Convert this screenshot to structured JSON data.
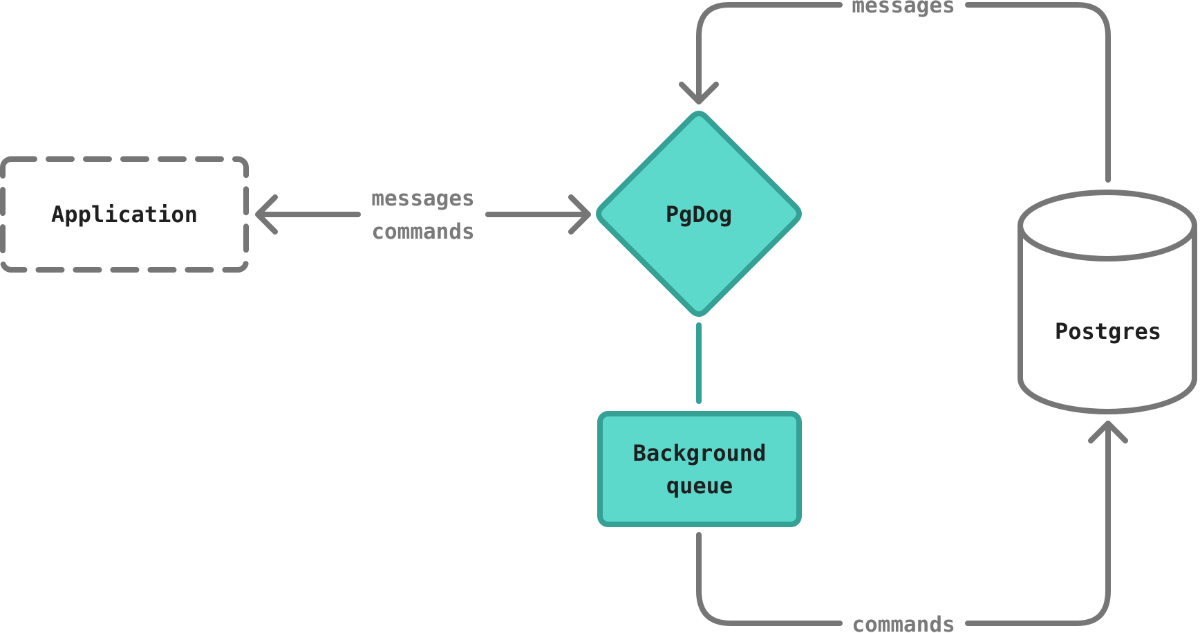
{
  "colors": {
    "teal_fill": "#5dd9cb",
    "teal_stroke": "#35a095",
    "gray_stroke": "#767676",
    "label_gray": "#7a7a7a",
    "text_dark": "#1f1f1f",
    "background": "#ffffff"
  },
  "nodes": {
    "application": {
      "label": "Application",
      "shape": "dashed-rectangle"
    },
    "pgdog": {
      "label": "PgDog",
      "shape": "diamond"
    },
    "background_queue": {
      "label_line1": "Background",
      "label_line2": "queue",
      "shape": "rectangle"
    },
    "postgres": {
      "label": "Postgres",
      "shape": "cylinder"
    }
  },
  "edges": {
    "app_pgdog": {
      "label_line1": "messages",
      "label_line2": "commands",
      "direction": "bidirectional"
    },
    "postgres_to_pgdog": {
      "label": "messages"
    },
    "queue_to_postgres": {
      "label": "commands"
    }
  }
}
